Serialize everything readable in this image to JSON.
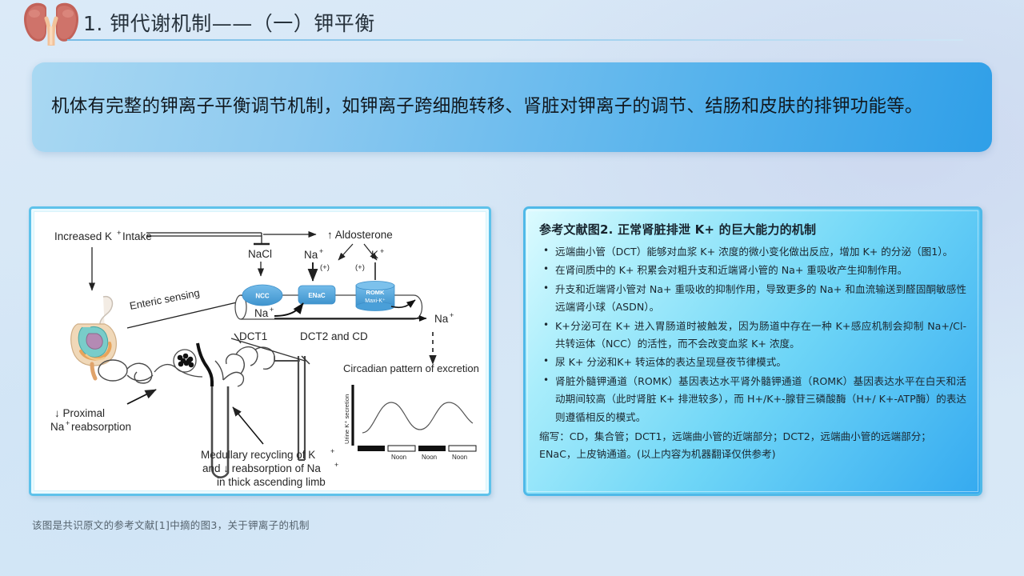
{
  "header": {
    "title": "1. 钾代谢机制——（一）钾平衡",
    "icon": "kidneys-icon"
  },
  "banner": {
    "text": "机体有完整的钾离子平衡调节机制，如钾离子跨细胞转移、肾脏对钾离子的调节、结肠和皮肤的排钾功能等。"
  },
  "figure": {
    "labels": {
      "increased_intake": "Increased K⁺ Intake",
      "aldosterone": "↑ Aldosterone",
      "nacl": "NaCl",
      "na_left": "Na⁺",
      "k_right": "K⁺",
      "enteric_sensing": "Enteric sensing",
      "na_lumen_1": "Na⁺",
      "na_lumen_2": "Na⁺",
      "na_out": "Na⁺",
      "ncc": "NCC",
      "enac": "ENaC",
      "romk": "ROMK",
      "maxik": "Maxi-K⁺",
      "plus_1": "(+)",
      "plus_2": "(+)",
      "dct1": "DCT1",
      "dct2_cd": "DCT2  and  CD",
      "proximal": "↓ Proximal",
      "proximal2": "Na⁺ reabsorption",
      "medullary_1": "Medullary recycling of K⁺",
      "medullary_2": "and ↓ reabsorption of Na⁺",
      "medullary_3": "in thick ascending limb",
      "circadian_title": "Circadian pattern of excretion",
      "yaxis": "Urine K⁺ secretion",
      "noon_1": "Noon",
      "noon_2": "Noon",
      "noon_3": "Noon"
    }
  },
  "reference": {
    "title": "参考文献图2. 正常肾脏排泄 K+ 的巨大能力的机制",
    "bullets": [
      "远端曲小管（DCT）能够对血浆 K+ 浓度的微小变化做出反应，增加 K+ 的分泌（图1）。",
      "在肾间质中的 K+ 积累会对粗升支和近端肾小管的 Na+ 重吸收产生抑制作用。",
      "升支和近端肾小管对 Na+ 重吸收的抑制作用，导致更多的 Na+ 和血流输送到醛固酮敏感性远端肾小球（ASDN）。",
      "K+分泌可在 K+ 进入胃肠道时被触发，因为肠道中存在一种 K+感应机制会抑制 Na+/Cl- 共转运体（NCC）的活性，而不会改变血浆 K+ 浓度。",
      "尿 K+ 分泌和K+ 转运体的表达呈现昼夜节律模式。",
      "肾脏外髓钾通道（ROMK）基因表达水平肾外髓钾通道（ROMK）基因表达水平在白天和活动期间较高（此时肾脏 K+ 排泄较多），而 H+/K+-腺苷三磷酸酶（H+/ K+-ATP酶）的表达则遵循相反的模式。"
    ],
    "footnote": "缩写：CD，集合管；DCT1，远端曲小管的近端部分；DCT2，远端曲小管的远端部分；ENaC，上皮钠通道。(以上内容为机器翻译仅供参考)"
  },
  "caption": {
    "text": "该图是共识原文的参考文献[1]中摘的图3，关于钾离子的机制"
  },
  "colors": {
    "page_bg": "#d7e8f7",
    "banner_from": "#a9d8f2",
    "banner_to": "#2f9fe8",
    "panel_border": "#5ec2ea",
    "text_panel_border": "#4fb9e8",
    "channel_blue": "#4a9fd8",
    "kidney_red": "#bd5b53"
  }
}
